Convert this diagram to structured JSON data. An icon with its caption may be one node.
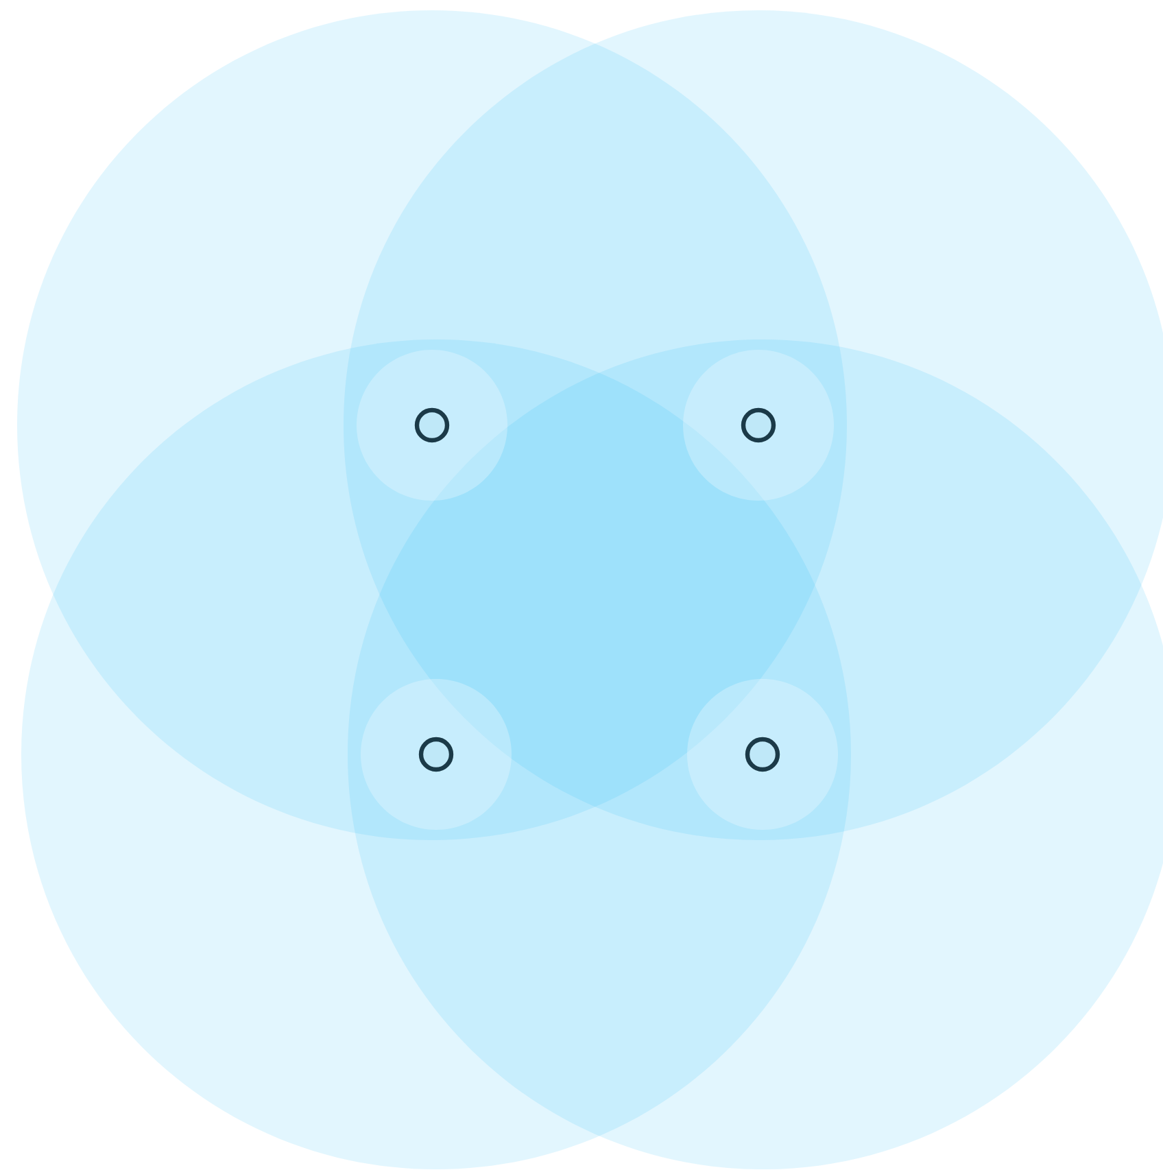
{
  "diagram": {
    "nodes": [
      {
        "text": [],
        "shape": "circle"
      },
      {
        "text": [],
        "shape": "circle"
      },
      {
        "text": [],
        "shape": "circle"
      },
      {
        "text": [],
        "shape": "circle"
      },
      {
        "text": [],
        "shape": "circle"
      },
      {
        "text": [],
        "shape": "circle"
      },
      {
        "text": [],
        "shape": "circle"
      },
      {
        "text": [],
        "shape": "circle"
      }
    ]
  }
}
